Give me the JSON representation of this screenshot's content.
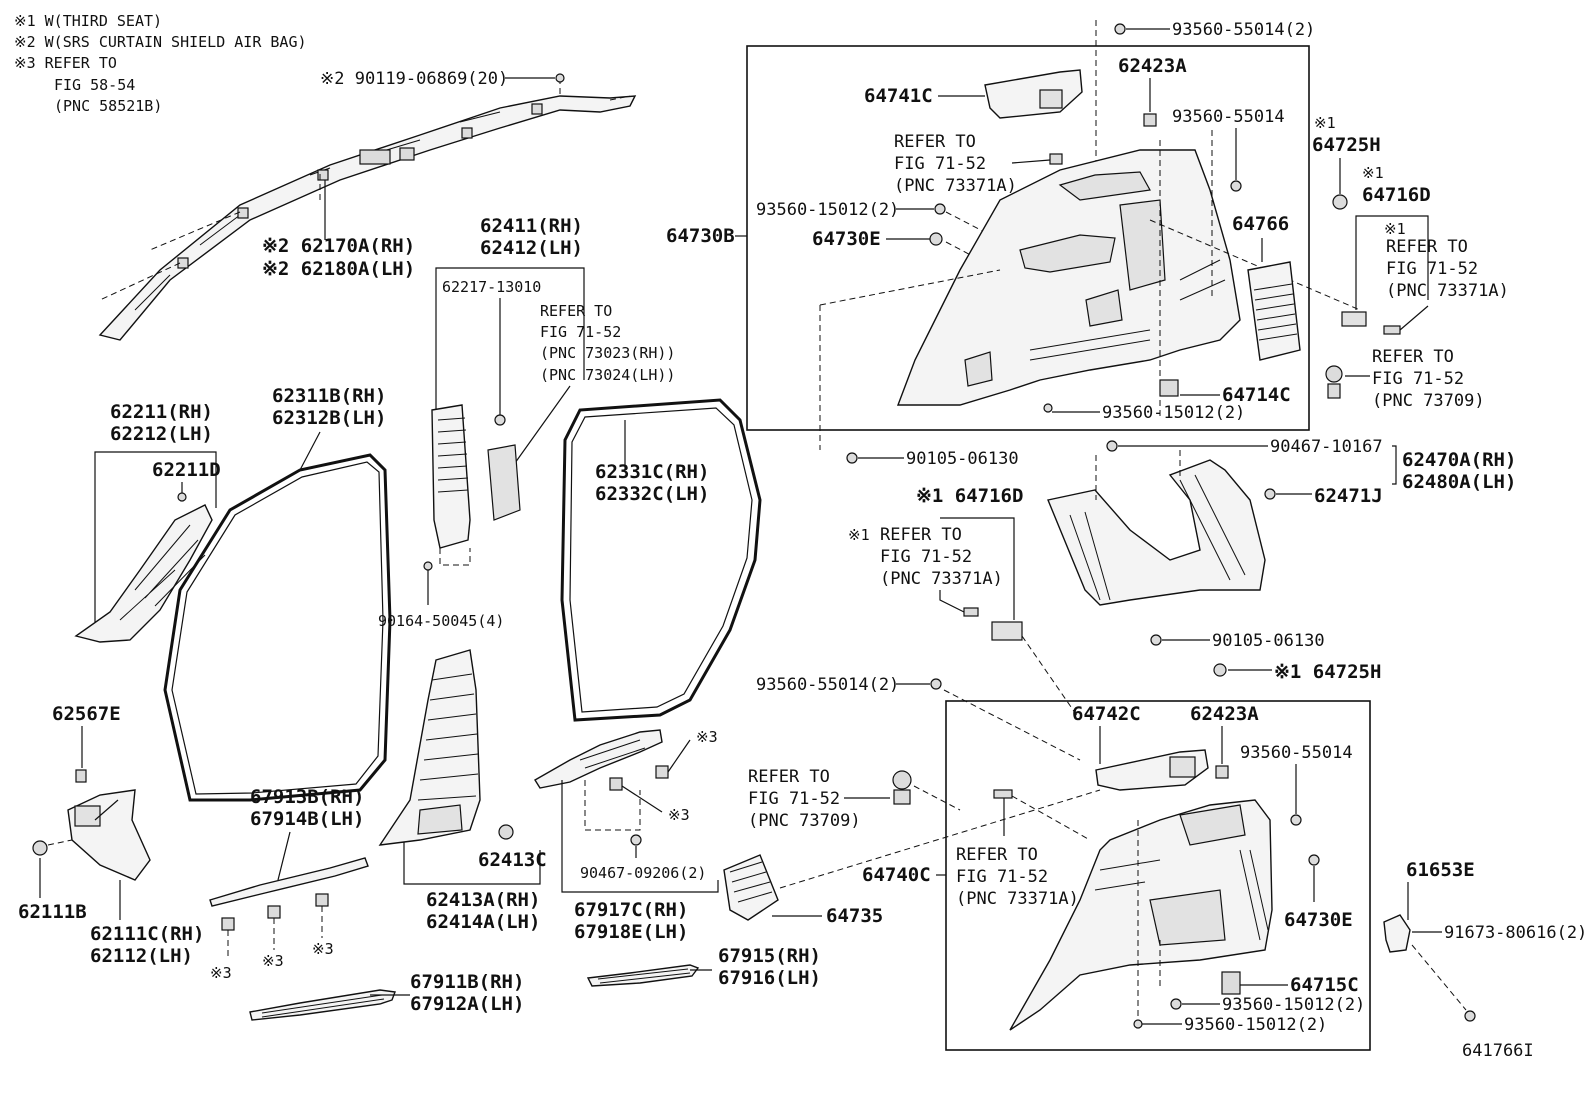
{
  "notes": [
    "※1 W(THIRD SEAT)",
    "※2 W(SRS CURTAIN SHIELD AIR BAG)",
    "※3 REFER TO",
    "FIG 58-54",
    "(PNC 58521B)"
  ],
  "roof_side": {
    "clip_label": "※2 90119-06869(20)",
    "rh": "※2 62170A(RH)",
    "lh": "※2 62180A(LH)"
  },
  "front_pillar": {
    "rh": "62211(RH)",
    "lh": "62212(LH)",
    "clip": "62211D"
  },
  "front_weatherstrip": {
    "rh": "62311B(RH)",
    "lh": "62312B(LH)"
  },
  "center_pillar": {
    "rh": "62411(RH)",
    "lh": "62412(LH)",
    "clip": "62217-13010",
    "screw": "90164-50045(4)",
    "refer": [
      "REFER TO",
      "FIG 71-52",
      "(PNC 73023(RH))",
      "(PNC 73024(LH))"
    ]
  },
  "rear_weatherstrip": {
    "rh": "62331C(RH)",
    "lh": "62332C(LH)"
  },
  "cowl_side": {
    "clip": "62567E",
    "screw": "62111B",
    "rh": "62111C(RH)",
    "lh": "62112(LH)"
  },
  "front_scuff": {
    "rh": "67913B(RH)",
    "lh": "67914B(LH)",
    "ref_a": "※3",
    "ref_b": "※3",
    "ref_c": "※3"
  },
  "lower_pillar": {
    "clip": "62413C",
    "rh": "62413A(RH)",
    "lh": "62414A(LH)"
  },
  "front_scuff_plate": {
    "rh": "67911B(RH)",
    "lh": "67912A(LH)"
  },
  "rear_scuff": {
    "ref_a": "※3",
    "ref_b": "※3",
    "clip": "90467-09206(2)",
    "rh": "67917C(RH)",
    "lh": "67918E(LH)"
  },
  "rear_scuff_plate": {
    "rh": "67915(RH)",
    "lh": "67916(LH)"
  },
  "upper_box": {
    "outer_label": "64730B",
    "clip_top": "93560-55014(2)",
    "part_64741C": "64741C",
    "part_62423A": "62423A",
    "clip_93560_55014": "93560-55014",
    "refer": [
      "REFER TO",
      "FIG 71-52",
      "(PNC 73371A)"
    ],
    "clip_15012": "93560-15012(2)",
    "part_64730E": "64730E",
    "part_64766": "64766",
    "part_64714C": "64714C",
    "clip_bottom": "93560-15012(2)"
  },
  "right_side": {
    "note_64725H": "※1",
    "part_64725H": "64725H",
    "note_64716D": "※1",
    "part_64716D": "64716D",
    "note_refer": "※1",
    "refer_a": [
      "REFER TO",
      "FIG 71-52",
      "(PNC 73371A)"
    ],
    "refer_b": [
      "REFER TO",
      "FIG 71-52",
      "(PNC 73709)"
    ]
  },
  "middle": {
    "clip_90105": "90105-06130",
    "clip_90467": "90467-10167",
    "rh": "62470A(RH)",
    "lh": "62480A(LH)",
    "part_62471J": "62471J",
    "part_64716D": "※1 64716D",
    "refer_note": "※1",
    "refer": [
      "REFER TO",
      "FIG 71-52",
      "(PNC 73371A)"
    ],
    "clip_90105b": "90105-06130",
    "part_64725H": "※1 64725H",
    "clip_93560": "93560-55014(2)"
  },
  "lower_box": {
    "outer_label": "64740C",
    "part_64742C": "64742C",
    "part_62423A": "62423A",
    "clip_93560": "93560-55014",
    "refer_a": [
      "REFER TO",
      "FIG 71-52",
      "(PNC 73709)"
    ],
    "refer_b": [
      "REFER TO",
      "FIG 71-52",
      "(PNC 73371A)"
    ],
    "part_64735": "64735",
    "part_64730E": "64730E",
    "part_64715C": "64715C",
    "clip_a": "93560-15012(2)",
    "clip_b": "93560-15012(2)"
  },
  "far_right": {
    "part_61653E": "61653E",
    "screw": "91673-80616(2)"
  },
  "figure_id": "641766I"
}
